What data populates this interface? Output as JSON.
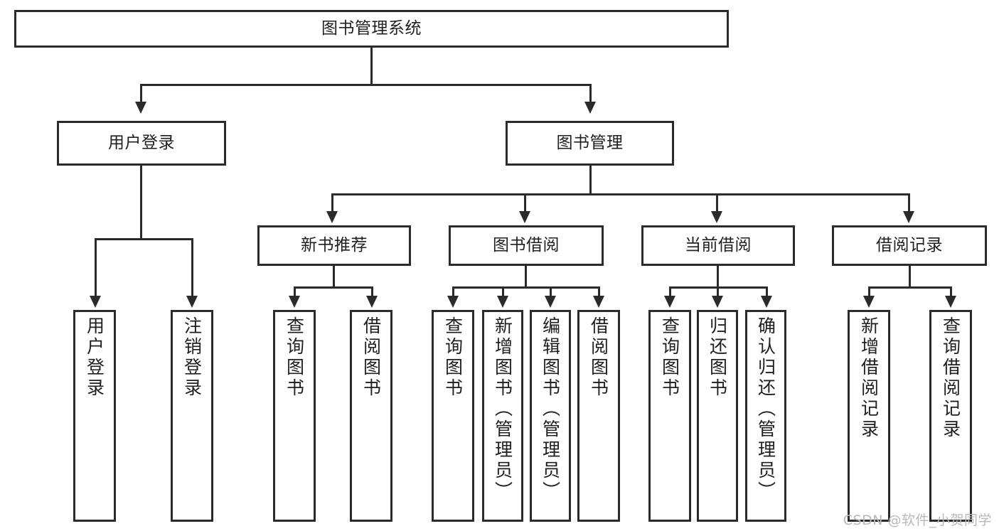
{
  "diagram": {
    "type": "tree",
    "title": "图书管理系统",
    "root": {
      "label": "图书管理系统"
    },
    "level2": [
      {
        "label": "用户登录"
      },
      {
        "label": "图书管理"
      }
    ],
    "level3": [
      {
        "label": "新书推荐"
      },
      {
        "label": "图书借阅"
      },
      {
        "label": "当前借阅"
      },
      {
        "label": "借阅记录"
      }
    ],
    "leaves": {
      "user_login": [
        {
          "label": "用户登录"
        },
        {
          "label": "注销登录"
        }
      ],
      "new_book_recommend": [
        {
          "label": "查询图书"
        },
        {
          "label": "借阅图书"
        }
      ],
      "book_borrow": [
        {
          "label": "查询图书"
        },
        {
          "label": "新增图书（管理员）"
        },
        {
          "label": "编辑图书（管理员）"
        },
        {
          "label": "借阅图书"
        }
      ],
      "current_borrow": [
        {
          "label": "查询图书"
        },
        {
          "label": "归还图书"
        },
        {
          "label": "确认归还（管理员）"
        }
      ],
      "borrow_record": [
        {
          "label": "新增借阅记录"
        },
        {
          "label": "查询借阅记录"
        }
      ]
    }
  },
  "watermark": {
    "text": "CSDN @软件_小贺同学"
  },
  "colors": {
    "stroke": "#2b2b2b",
    "fill": "#ffffff",
    "text": "#1f1f1f",
    "watermark": "#b9b9b9"
  }
}
